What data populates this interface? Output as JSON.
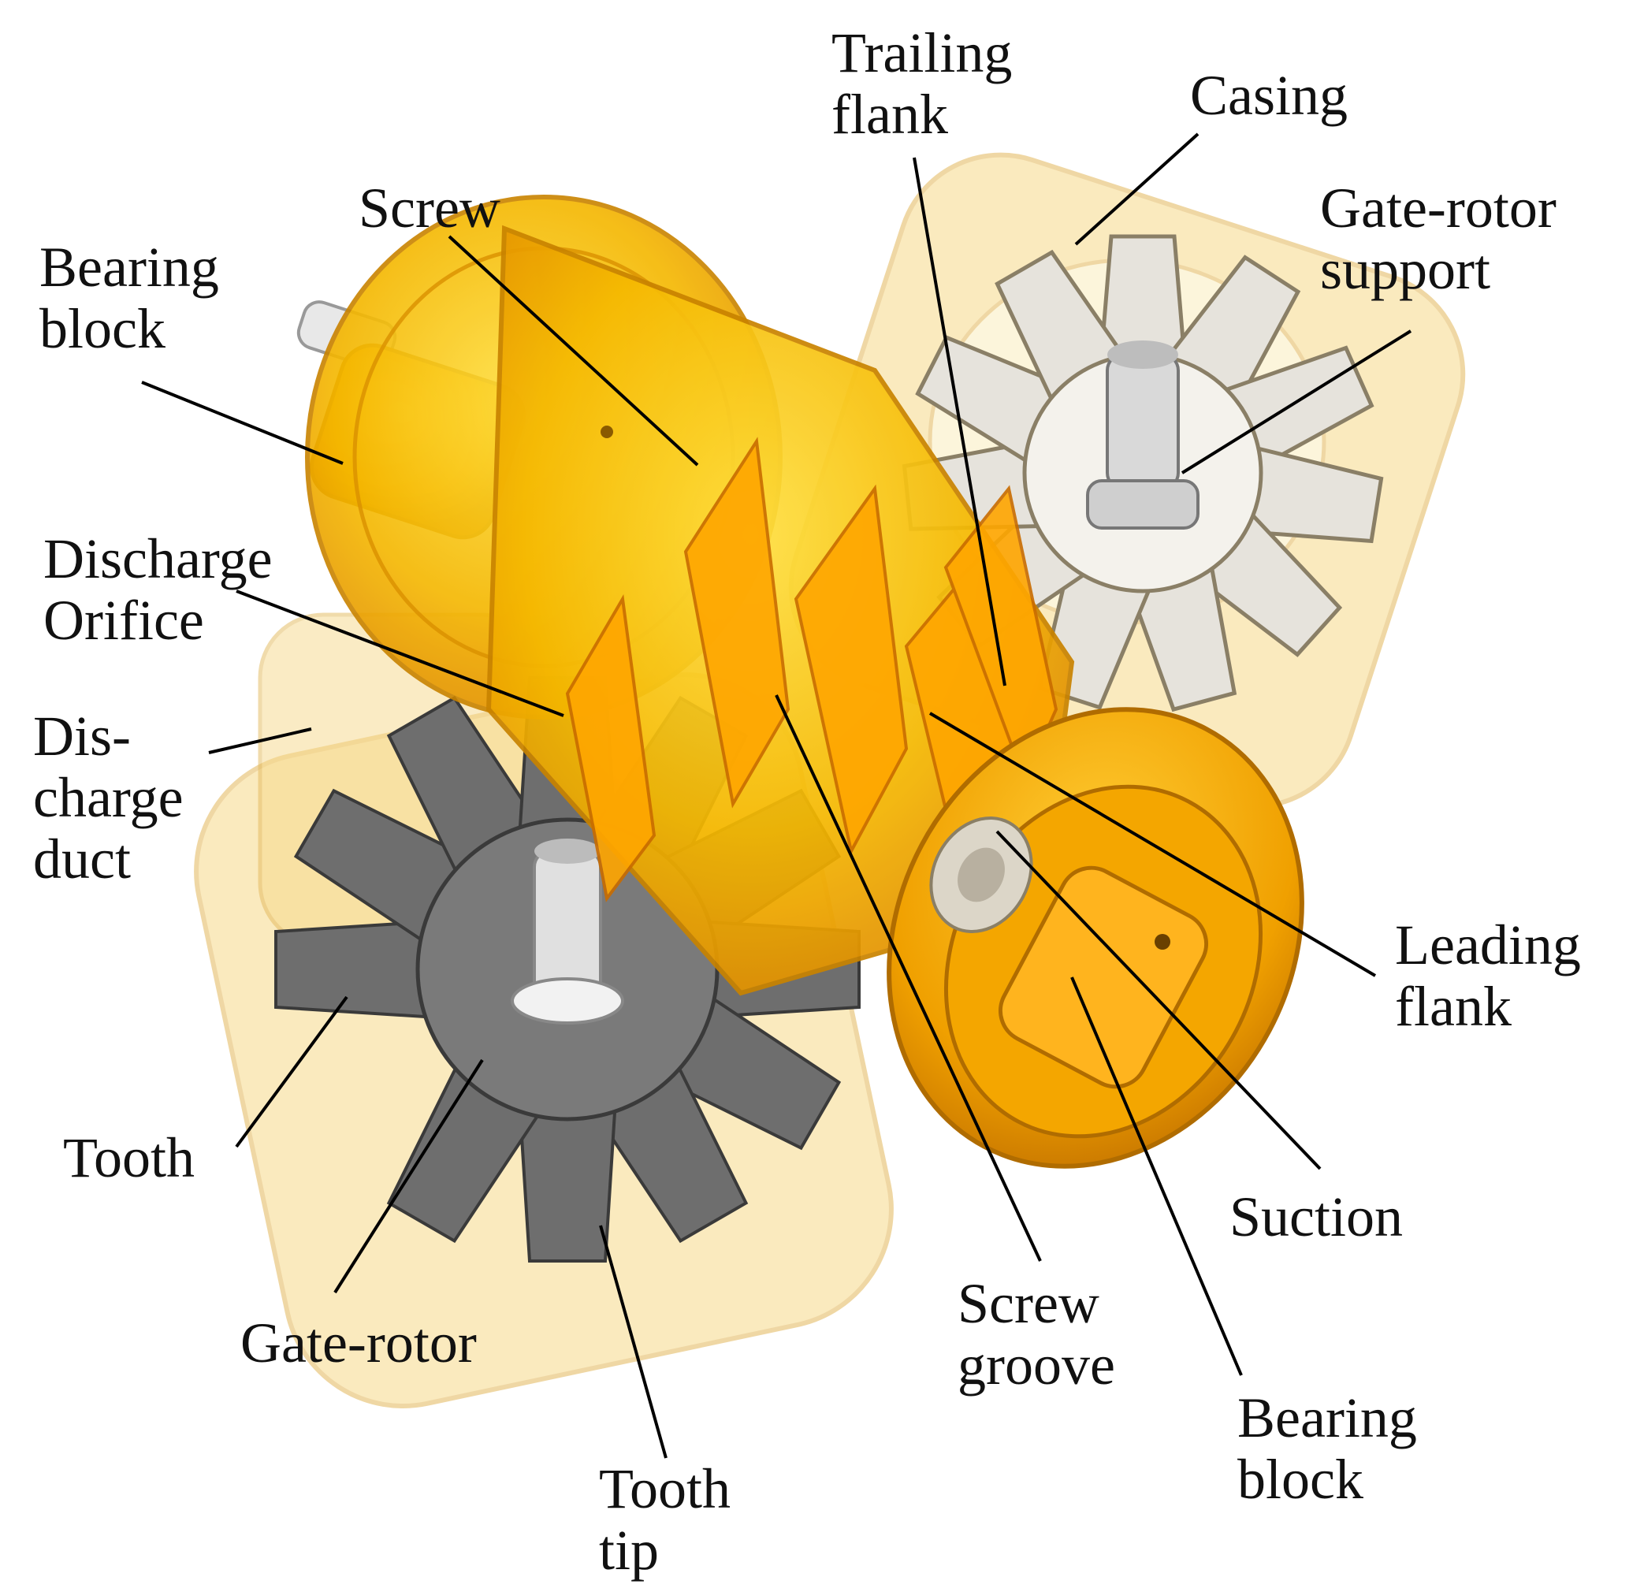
{
  "labels": {
    "trailing_flank": [
      "Trailing",
      "flank"
    ],
    "casing": "Casing",
    "screw": "Screw",
    "gate_rotor_support": [
      "Gate-rotor",
      "support"
    ],
    "bearing_block_left": [
      "Bearing",
      "block"
    ],
    "discharge_orifice": [
      "Discharge",
      "Orifice"
    ],
    "discharge_duct": [
      "Dis-",
      "charge",
      "duct"
    ],
    "leading_flank": [
      "Leading",
      "flank"
    ],
    "tooth": "Tooth",
    "suction": "Suction",
    "gate_rotor": "Gate-rotor",
    "screw_groove": [
      "Screw",
      "groove"
    ],
    "bearing_block_right": [
      "Bearing",
      "block"
    ],
    "tooth_tip": [
      "Tooth",
      "tip"
    ]
  },
  "colors": {
    "screw": "#f5b800",
    "screw_dark": "#e08a00",
    "bearing": "#f0a000",
    "casing": "#f7d98a",
    "gate_rotor_grey": "#6e6e6e",
    "gate_rotor_light": "#e6e3dc",
    "leader_line": "#000000"
  }
}
